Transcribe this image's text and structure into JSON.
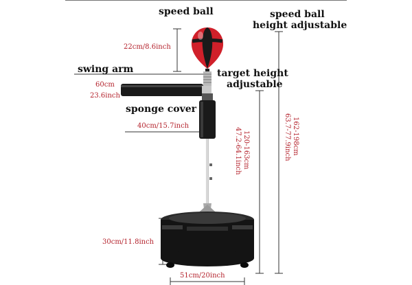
{
  "labels": {
    "speed_ball": "speed ball",
    "speed_ball_height_line1": "speed ball",
    "speed_ball_height_line2": "height adjustable",
    "swing_arm": "swing arm",
    "target_height_line1": "target height",
    "target_height_line2": "adjustable",
    "sponge_cover": "sponge cover"
  },
  "dimensions": {
    "ball_size": "22cm/8.6inch",
    "arm_length_cm": "60cm",
    "arm_length_inch": "23.6inch",
    "sponge_length": "40cm/15.7inch",
    "target_height_cm": "120-163cm",
    "target_height_inch": "47.2-64.1inch",
    "total_height_cm": "162-198cm",
    "total_height_inch": "63.7-77.9inch",
    "base_height": "30cm/11.8inch",
    "base_width": "51cm/20inch"
  },
  "colors": {
    "accent_red": "#d0202a",
    "dimension_text": "#b3202a",
    "ball_black": "#1a1a1a",
    "base_black": "#141414",
    "chrome": "#c8c8c8"
  }
}
